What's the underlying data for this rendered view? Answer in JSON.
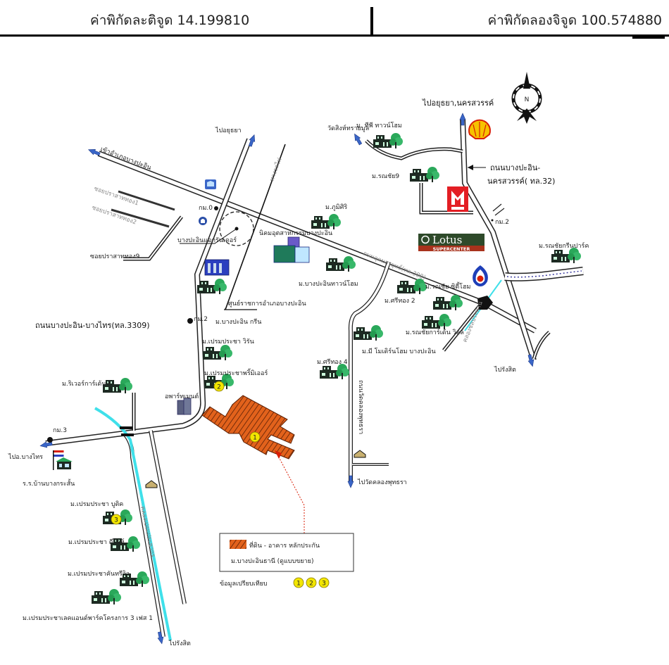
{
  "header": {
    "latitude_label": "ค่าพิกัดละติจูด 14.199810",
    "longitude_label": "ค่าพิกัดลองจิจูด 100.574880"
  },
  "compass": {
    "north_label": "N"
  },
  "roads": {
    "to_ayutthaya": "ไปอยุธยา",
    "to_ayutthaya_nakhonsawan": "ไปอยุธยา,นครสวรรค์",
    "bangpain_nakhonsawan_1": "ถนนบางปะอิน-",
    "bangpain_nakhonsawan_2": "นครสวรรค์( ทล.32)",
    "to_bangpain_district": "เข้าอำเภอบางปะอิน",
    "udomsorayuth": "ถนนอุดมสรยุทธ์(ทล.308)",
    "bangpain_bangsai": "ถนนบางปะอิน-บางไทร(ทล.3309)",
    "to_bangsai": "ไปอ.บางไทร",
    "to_rangsit_right": "ไปรังสิต",
    "to_rangsit_bottom": "ไปรังสิต",
    "to_wat_khlong_phutsa": "ไปวัดคลองพุทธรา",
    "railway": "ทางรถไฟ",
    "soi_1": "ซอยปราสาททอง1",
    "soi_2": "ซอยปราสาททอง2",
    "soi_9": "ซอยปราสาททอง9",
    "wat_phut_road": "ถนนวัดคลองพุทธรา",
    "canal": "คลองเปรมประชากร",
    "canal_right": "คลองชลประทาน"
  },
  "km_markers": [
    "กม.0",
    "กม.2",
    "กม.3",
    "กม.2"
  ],
  "landmarks": {
    "wat_sing": "วัดสิงห์ทรายมูล",
    "bangpain_golf": "บางปะอินแอกรันเดอร์",
    "industrial_estate": "นิคมอุตสาหกรรมบางปะอิน",
    "district_office": "ศูนย์ราชการอำเภอบางปะอิน",
    "apartment": "อพาร์ทเมนต์",
    "school": "ร.ร.บ้านบางกระสั้น",
    "lotus_top": "Lotus",
    "lotus_bottom": "SUPERCENTER"
  },
  "villages": [
    "ม. ทีพี ทาวน์โฮม",
    "ม.รณชัย9",
    "ม.ภูมิศิริ",
    "ม.บางปะอินทาวน์โฮม",
    "ม.บางปะอิน กรีน",
    "ม.เปรมประชา วิรัน",
    "ม.เปรมประชาพริ้มิเออร์",
    "ม.ริเวอร์การ์เด้นท์",
    "ม.ศรีทอง 2",
    "ม.รณชัย ซิตี้โฮม",
    "ม.รณชัยการ์เด้น วิลล์",
    "ม.มี โมเดิร์นโฮม บางปะอิน",
    "ม.ศรีทอง 4",
    "ม.รณชัยกรีนปาร์ค",
    "ม.เปรมประชา บูติค",
    "ม.เปรมประชา ดีไลท์",
    "ม.เปรมประชาคันทรีวิว",
    "ม.เปรมประชาเลคแอนด์พาร์คโครงการ 3 เฟส 1"
  ],
  "legend": {
    "subject_line1": "ที่ดิน - อาคาร หลักประกัน",
    "subject_line2": "ม.บางปะอินธานี (ดูแบบขยาย)",
    "comparables_label": "ข้อมูลเปรียบเทียบ",
    "comparables": [
      "1",
      "2",
      "3"
    ]
  },
  "markers": {
    "subject": "1",
    "comp2": "2",
    "comp3": "3"
  },
  "colors": {
    "road_fill": "#ffffff",
    "road_edge": "#222222",
    "arrow_blue": "#3a66c8",
    "canal": "#3fe0ea",
    "subject_orange": "#e2621c",
    "marker_yellow": "#f2e600",
    "shell_yellow": "#f7c200",
    "shell_red": "#d81e05",
    "isuzu_red": "#e31e24",
    "lotus_green": "#2e4a2a",
    "lotus_red": "#a8321c",
    "tree_green": "#2aa85a",
    "building_dark": "#1d2a22"
  }
}
